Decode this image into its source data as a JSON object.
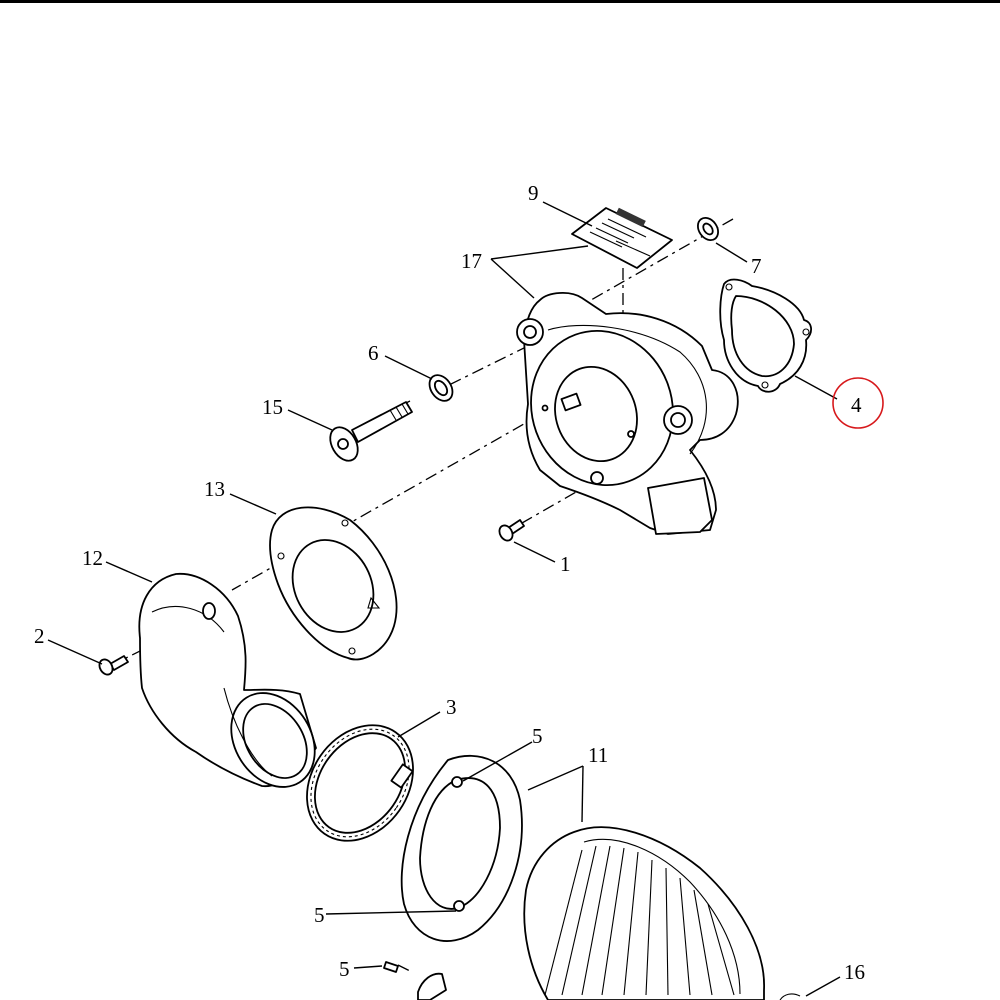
{
  "diagram": {
    "callouts": [
      "1",
      "2",
      "3",
      "4",
      "5",
      "5",
      "5",
      "6",
      "7",
      "9",
      "11",
      "12",
      "13",
      "15",
      "16",
      "17"
    ],
    "highlighted_callout": "4",
    "highlight_color": "#d7191c",
    "top_bar_color": "#000000"
  }
}
